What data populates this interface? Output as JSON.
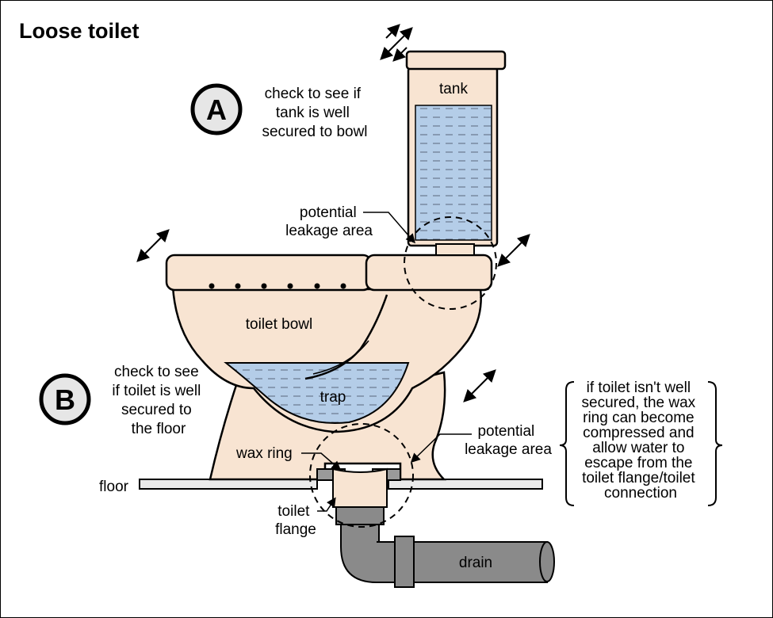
{
  "title": "Loose toilet",
  "callouts": {
    "a": {
      "badge": "A",
      "lines": [
        "check to see if",
        "tank is well",
        "secured to bowl"
      ]
    },
    "b": {
      "badge": "B",
      "lines": [
        "check to see",
        "if toilet is well",
        "secured to",
        "the floor"
      ]
    }
  },
  "labels": {
    "tank": "tank",
    "toilet_bowl": "toilet bowl",
    "trap": "trap",
    "floor": "floor",
    "drain": "drain",
    "wax_ring": "wax ring",
    "toilet_flange": [
      "toilet",
      "flange"
    ],
    "leakage_upper": [
      "potential",
      "leakage area"
    ],
    "leakage_lower": [
      "potential",
      "leakage area"
    ]
  },
  "explanation": [
    "if toilet isn't well",
    "secured, the wax",
    "ring can become",
    "compressed and",
    "allow water to",
    "escape from the",
    "toilet flange/toilet",
    "connection"
  ],
  "colors": {
    "porcelain": "#f8e4d2",
    "water": "#b4cde8",
    "pipe": "#8a8a8a",
    "badge_fill": "#e6e6e6",
    "outline": "#000000"
  }
}
